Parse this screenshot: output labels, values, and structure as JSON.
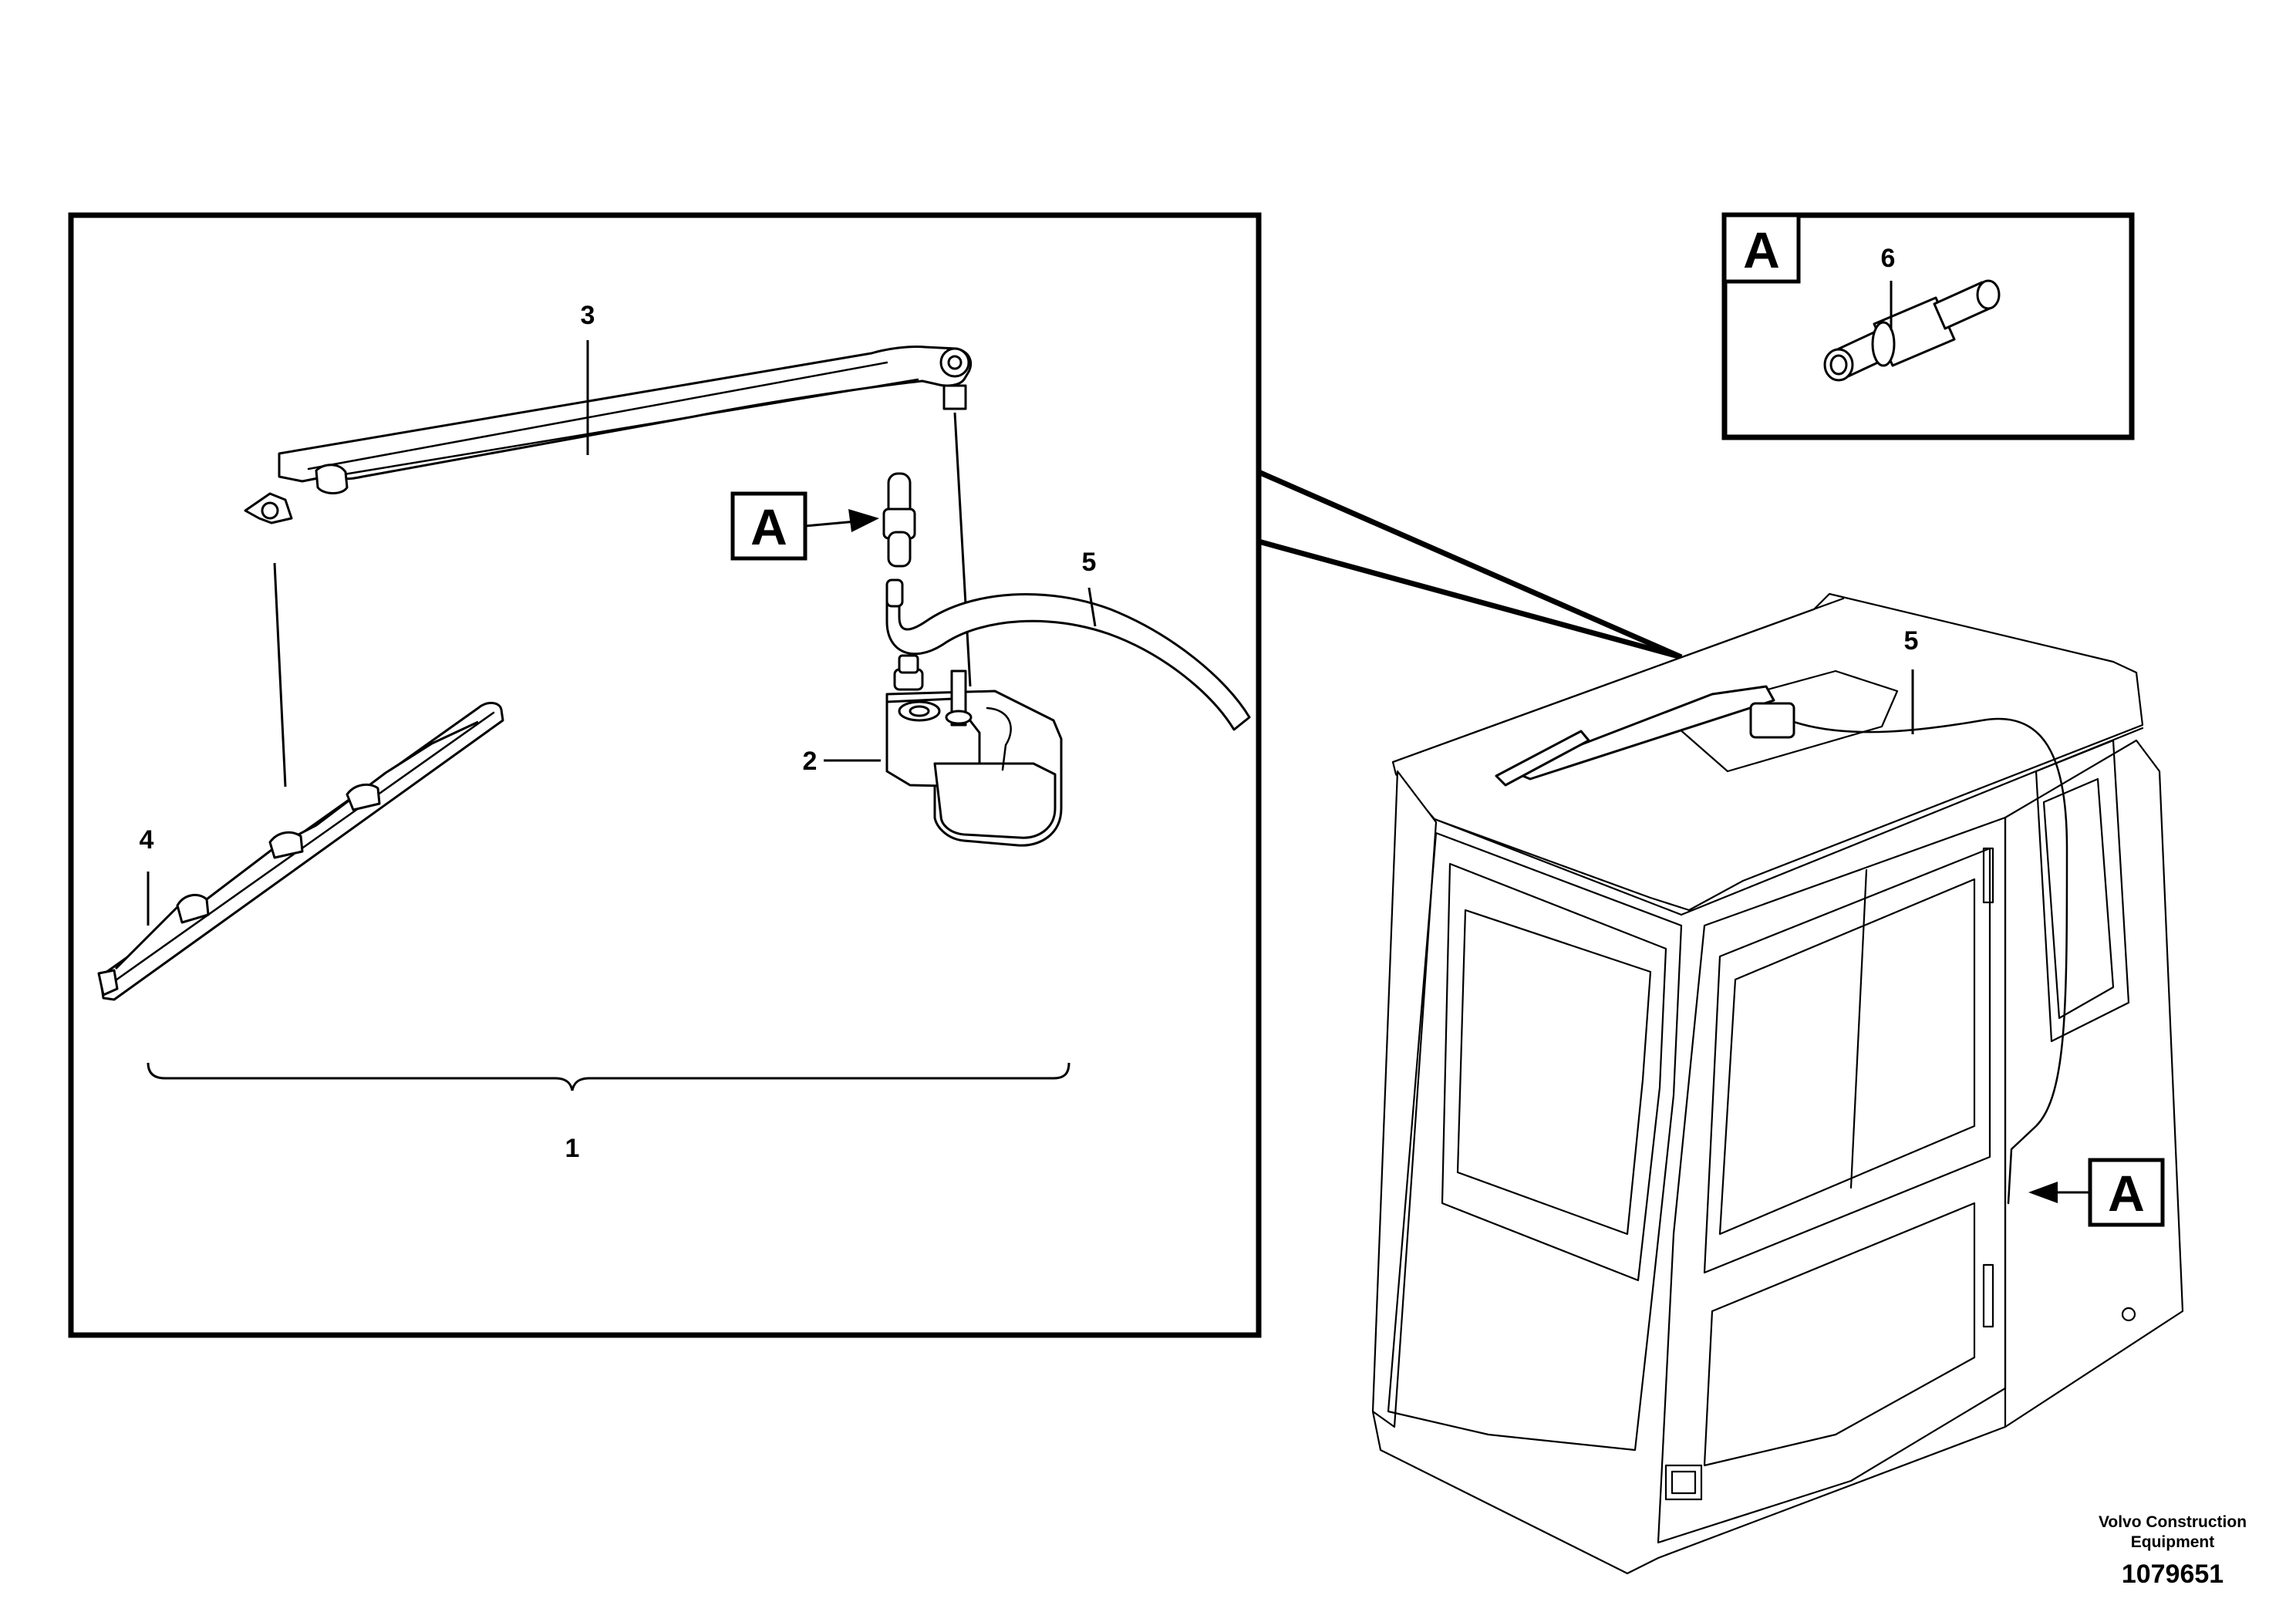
{
  "callouts": {
    "item1": "1",
    "item2": "2",
    "item3": "3",
    "item4": "4",
    "item5_detail": "5",
    "item5_cab": "5",
    "item6": "6"
  },
  "reference_letter": {
    "detail": "A",
    "inset": "A",
    "cab": "A"
  },
  "publisher": {
    "line1": "Volvo Construction",
    "line2": "Equipment"
  },
  "document_number": "1079651"
}
